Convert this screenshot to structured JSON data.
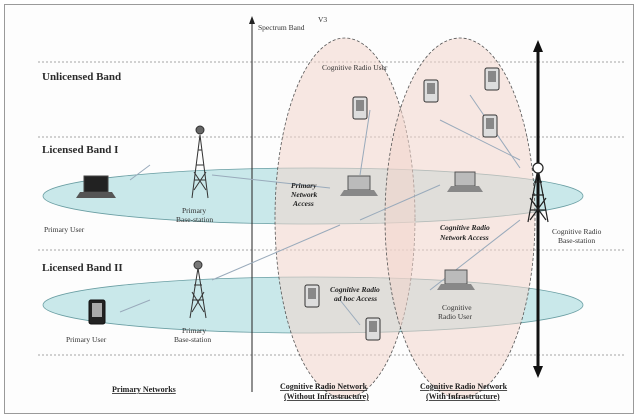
{
  "figure_number": "V3",
  "axis_label": "Spectrum Band",
  "bands": {
    "unlicensed": "Unlicensed Band",
    "licensed_1": "Licensed Band I",
    "licensed_2": "Licensed Band II"
  },
  "nodes": {
    "cr_user_top": "Cognitive Radio User",
    "primary_bs_1_line1": "Primary",
    "primary_bs_1_line2": "Base-station",
    "primary_user_1": "Primary User",
    "primary_network_access_line1": "Primary",
    "primary_network_access_line2": "Network",
    "primary_network_access_line3": "Access",
    "cr_network_access_line1": "Cognitive Radio",
    "cr_network_access_line2": "Network Access",
    "cr_bs_line1": "Cognitive Radio",
    "cr_bs_line2": "Base-station",
    "primary_bs_2_line1": "Primary",
    "primary_bs_2_line2": "Base-station",
    "primary_user_2": "Primary User",
    "adhoc_access_line1": "Cognitive Radio",
    "adhoc_access_line2": "ad hoc Access",
    "cr_user_right_line1": "Cognitive",
    "cr_user_right_line2": "Radio User"
  },
  "footer": {
    "primary_networks": "Primary Networks",
    "cr_without_line1": "Cognitive Radio Network",
    "cr_without_line2": "(Without Infrastructure)",
    "cr_with_line1": "Cognitive Radio Network",
    "cr_with_line2": "(With Infrastructure)"
  },
  "colors": {
    "ellipse_fill": "#c9e8ea",
    "cr_oval_fill": "#f3d6cc"
  }
}
